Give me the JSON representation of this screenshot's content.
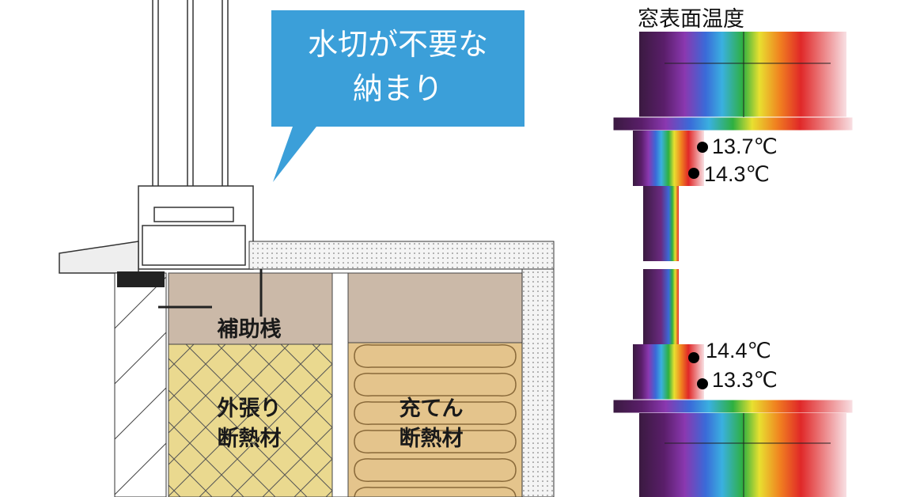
{
  "callout": {
    "line1": "水切が不要な",
    "line2": "納まり",
    "color": "#3b9fd9"
  },
  "labels": {
    "batten": "補助桟",
    "exterior_insulation": [
      "外張り",
      "断熱材"
    ],
    "cavity_insulation": [
      "充てん",
      "断熱材"
    ]
  },
  "thermal": {
    "title": "窓表面温度",
    "temperatures": [
      "13.7℃",
      "14.3℃",
      "14.4℃",
      "13.3℃"
    ]
  }
}
